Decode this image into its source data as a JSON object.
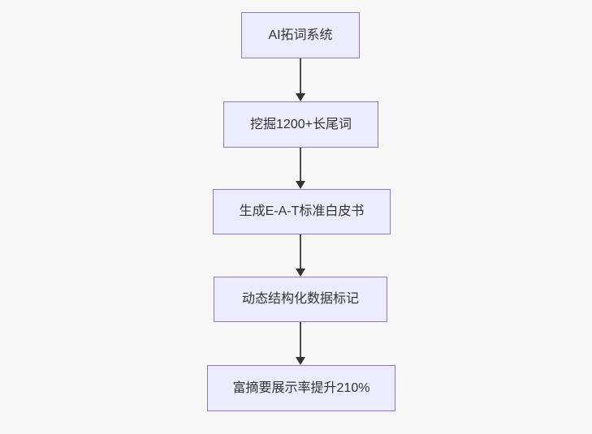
{
  "diagram": {
    "type": "flowchart-top-down",
    "background_color": "#f8f8f8",
    "node_style": {
      "fill": "#ECECFF",
      "border": "#9370DB",
      "text_color": "#333333"
    },
    "arrow_color": "#333333",
    "nodes": [
      {
        "id": "node-1",
        "label": "AI拓词系统"
      },
      {
        "id": "node-2",
        "label": "挖掘1200+长尾词"
      },
      {
        "id": "node-3",
        "label": "生成E-A-T标准白皮书"
      },
      {
        "id": "node-4",
        "label": "动态结构化数据标记"
      },
      {
        "id": "node-5",
        "label": "富摘要展示率提升210%"
      }
    ],
    "edges": [
      {
        "from": "AI拓词系统",
        "to": "挖掘1200+长尾词",
        "direction": "down"
      },
      {
        "from": "挖掘1200+长尾词",
        "to": "生成E-A-T标准白皮书",
        "direction": "down"
      },
      {
        "from": "生成E-A-T标准白皮书",
        "to": "动态结构化数据标记",
        "direction": "down"
      },
      {
        "from": "动态结构化数据标记",
        "to": "富摘要展示率提升210%",
        "direction": "down"
      }
    ]
  }
}
